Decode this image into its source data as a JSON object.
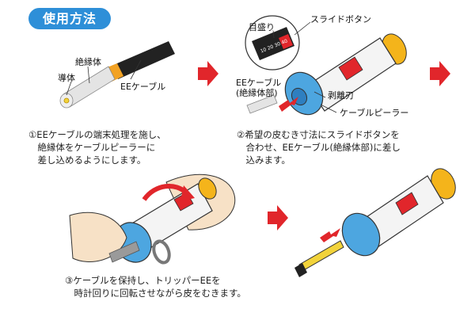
{
  "title": "使用方法",
  "colors": {
    "badge": "#2e8fd8",
    "arrow": "#e1262b",
    "tool_blue": "#4da6e0",
    "tool_yellow": "#f4b41b",
    "slider_red": "#e1262b",
    "cable_black": "#222222",
    "insulation_gray": "#dddddd",
    "conductor_yellow": "#f2d33b"
  },
  "step1": {
    "labels": {
      "insulation": "絶縁体",
      "conductor": "導体",
      "cable": "EEケーブル"
    },
    "caption": "①EEケーブルの端末処理を施し、\n　絶縁体をケーブルピーラーに\n　差し込めるようにします。"
  },
  "step2": {
    "labels": {
      "scale": "目盛り",
      "slide_button": "スライドボタン",
      "ee_cable": "EEケーブル\n(絶縁体部)",
      "stripping_blade": "剥離刃",
      "cable_peeler": "ケーブルピーラー"
    },
    "scale_numbers_top": [
      "10",
      "20",
      "30",
      "40"
    ],
    "scale_numbers_bottom": [
      "10",
      "20",
      "30",
      "40"
    ],
    "caption": "②希望の皮むき寸法にスライドボタンを\n　合わせ、EEケーブル(絶縁体部)に差し\n　込みます。"
  },
  "step3": {
    "caption": "③ケーブルを保持し、トリッパーEEを\n　時計回りに回転させながら皮をむきます。"
  },
  "icons": [
    "flow-arrow-icon",
    "rotation-arrow-icon",
    "push-arrow-icon"
  ]
}
